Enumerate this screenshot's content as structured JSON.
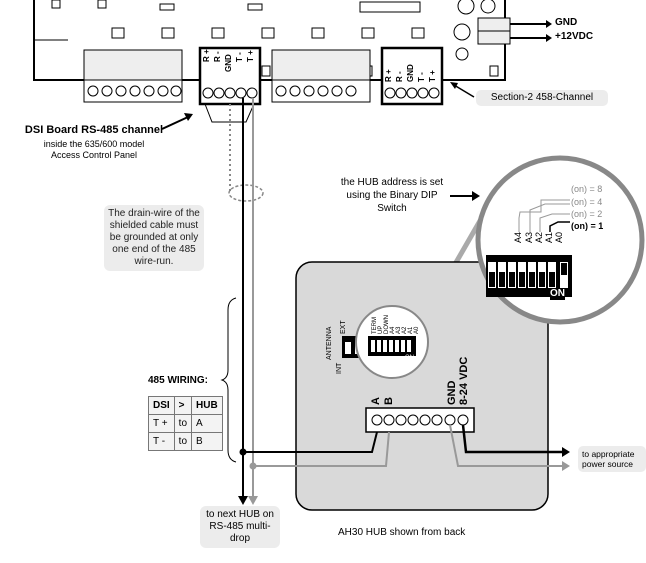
{
  "dsi_board": {
    "title": "DSI Board RS-485 channel",
    "subtitle_lines": [
      "inside the 635/600 model",
      "Access Control Panel"
    ],
    "terminal_labels": [
      "R +",
      "R -",
      "GND",
      "T -",
      "T +"
    ]
  },
  "power_input": {
    "gnd": "GND",
    "vdc": "+12VDC"
  },
  "section2_label": "Section-2 458-Channel",
  "drain_note": "The drain-wire of the shielded cable must be grounded at only one end of the 485 wire-run.",
  "hub_address_note": "the HUB address is set using the Binary DIP Switch",
  "dip_zoom": {
    "switch_labels": [
      "A4",
      "A3",
      "A2",
      "A1",
      "A0"
    ],
    "values": [
      "(on) = 8",
      "(on) = 4",
      "(on) = 2",
      "(on) = 1"
    ],
    "on_text": "ON"
  },
  "hub_back": {
    "caption": "AH30 HUB shown from back",
    "antenna_label": "ANTENNA",
    "int_label": "INT",
    "ext_label": "EXT",
    "dip_labels": [
      "TERM",
      "UP",
      "DOWN",
      "A4",
      "A3",
      "A2",
      "A1",
      "A0"
    ],
    "dip_on": "ON",
    "terminal_a": "A",
    "terminal_b": "B",
    "terminal_gnd": "GND",
    "terminal_vdc": "8-24 VDC"
  },
  "wiring_table": {
    "title": "485 WIRING:",
    "rows": [
      [
        "DSI",
        ">",
        "HUB"
      ],
      [
        "T +",
        "to",
        "A"
      ],
      [
        "T -",
        "to",
        "B"
      ]
    ]
  },
  "next_hub_note": "to next HUB on RS-485 multi-drop",
  "power_source_note": "to appropriate power source"
}
